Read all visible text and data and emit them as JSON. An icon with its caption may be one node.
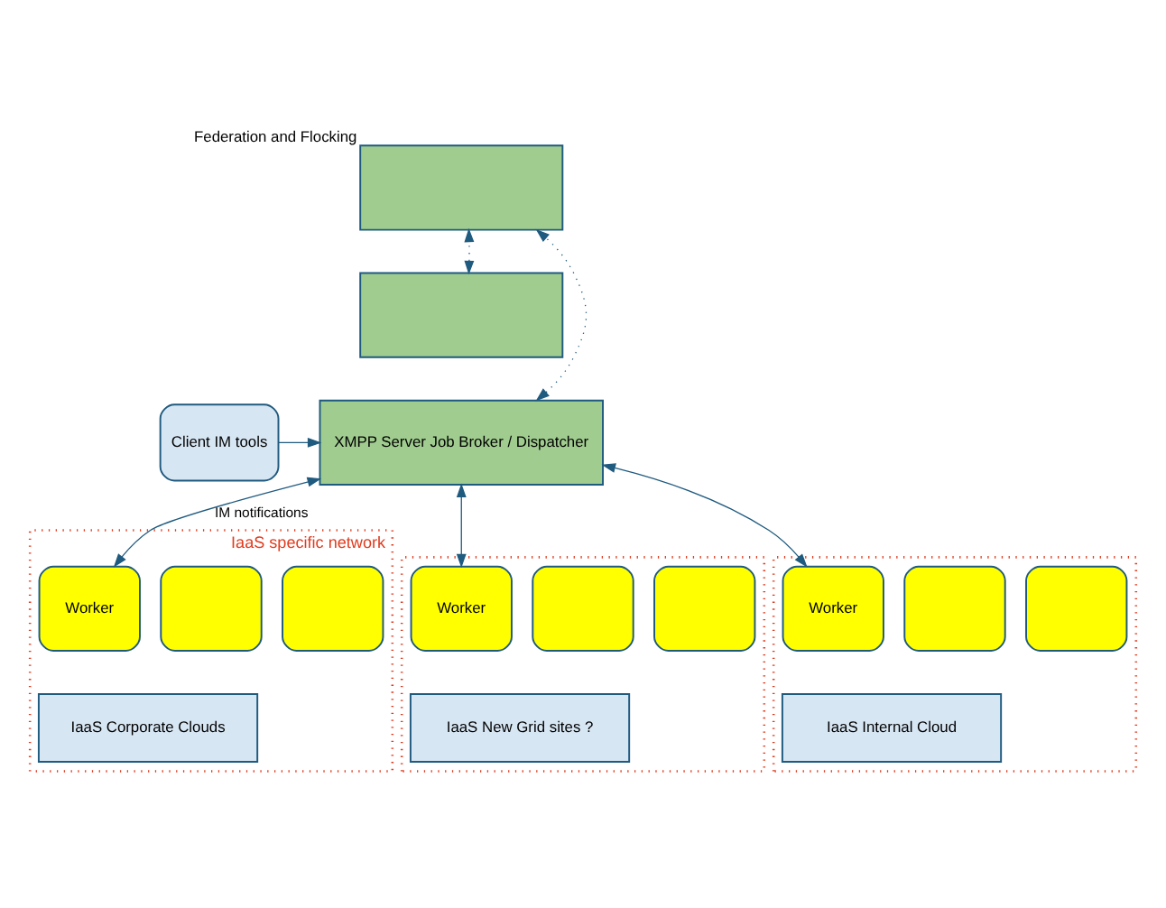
{
  "diagram": {
    "nodes": [
      {
        "text": [],
        "shape": "box",
        "beside": [
          "Federation and Flocking"
        ]
      },
      {
        "text": [],
        "shape": "box"
      },
      {
        "text": [
          "Client IM tools"
        ]
      },
      {
        "text": [
          "XMPP Server Job Broker / Dispatcher"
        ]
      },
      {
        "text": [
          "IaaS specific network"
        ]
      },
      {
        "text": [],
        "shape": "box",
        "in": 4
      },
      {
        "text": [],
        "shape": "box",
        "in": 4
      },
      {
        "text": [
          "Worker"
        ],
        "in": 4
      },
      {
        "text": [
          "IaaS Corporate Clouds"
        ],
        "in": 4
      },
      {
        "text": [],
        "shape": "box"
      },
      {
        "text": [],
        "shape": "box",
        "in": 9
      },
      {
        "text": [],
        "shape": "box",
        "in": 9
      },
      {
        "text": [
          "Worker"
        ],
        "in": 9
      },
      {
        "text": [
          "IaaS New Grid sites ?"
        ],
        "in": 9
      },
      {
        "text": [],
        "shape": "box"
      },
      {
        "text": [],
        "shape": "box",
        "in": 14
      },
      {
        "text": [],
        "shape": "box",
        "in": 14
      },
      {
        "text": [
          "Worker"
        ],
        "in": 14
      },
      {
        "text": [
          "IaaS Internal Cloud"
        ],
        "in": 14
      }
    ],
    "edges": [
      {
        "from": 2,
        "to": 3,
        "arrow": "to"
      },
      {
        "from": 3,
        "to": 7,
        "arrow": "both",
        "label": "IM notifications"
      },
      {
        "from": 3,
        "to": 12,
        "arrow": "both"
      },
      {
        "from": 3,
        "to": 17,
        "arrow": "both"
      },
      {
        "from": 1,
        "to": 0,
        "arrow": "both",
        "style": "dashed"
      },
      {
        "from": 3,
        "to": 0,
        "arrow": "both",
        "style": "dashed"
      }
    ]
  }
}
